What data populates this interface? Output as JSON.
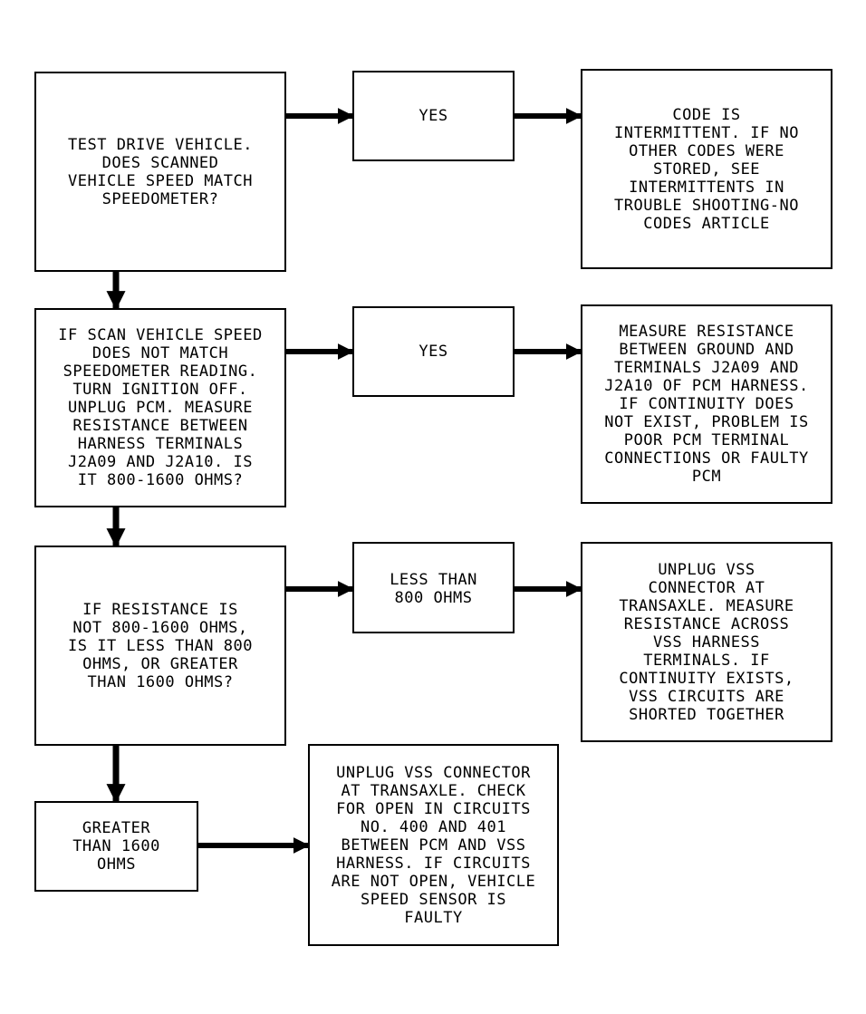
{
  "colors": {
    "line": "#000000",
    "background": "#ffffff"
  },
  "boxes": {
    "test_drive": "TEST DRIVE VEHICLE.\nDOES SCANNED\nVEHICLE SPEED MATCH\nSPEEDOMETER?",
    "yes_1": "YES",
    "intermittent": "CODE IS\nINTERMITTENT. IF NO\nOTHER CODES WERE\nSTORED, SEE\nINTERMITTENTS IN\nTROUBLE SHOOTING-NO\nCODES ARTICLE",
    "scan_no_match": "IF SCAN VEHICLE SPEED\nDOES NOT MATCH\nSPEEDOMETER READING.\nTURN IGNITION OFF.\nUNPLUG PCM. MEASURE\nRESISTANCE BETWEEN\nHARNESS TERMINALS\nJ2A09 AND J2A10. IS\nIT 800-1600 OHMS?",
    "yes_2": "YES",
    "measure_ground": "MEASURE RESISTANCE\nBETWEEN GROUND AND\nTERMINALS J2A09 AND\nJ2A10 OF PCM HARNESS.\nIF CONTINUITY DOES\nNOT EXIST, PROBLEM IS\nPOOR PCM TERMINAL\nCONNECTIONS OR FAULTY\nPCM",
    "resistance_question": "IF RESISTANCE IS\nNOT 800-1600 OHMS,\nIS IT LESS THAN 800\nOHMS, OR GREATER\nTHAN 1600 OHMS?",
    "less_than": "LESS THAN\n800 OHMS",
    "vss_shorted": "UNPLUG VSS\nCONNECTOR AT\nTRANSAXLE. MEASURE\nRESISTANCE ACROSS\nVSS HARNESS\nTERMINALS. IF\nCONTINUITY EXISTS,\nVSS CIRCUITS ARE\nSHORTED TOGETHER",
    "greater_than": "GREATER\nTHAN 1600\nOHMS",
    "vss_open": "UNPLUG VSS CONNECTOR\nAT TRANSAXLE. CHECK\nFOR OPEN IN CIRCUITS\nNO. 400 AND 401\nBETWEEN PCM AND VSS\nHARNESS. IF CIRCUITS\nARE NOT OPEN, VEHICLE\nSPEED SENSOR IS\nFAULTY"
  }
}
